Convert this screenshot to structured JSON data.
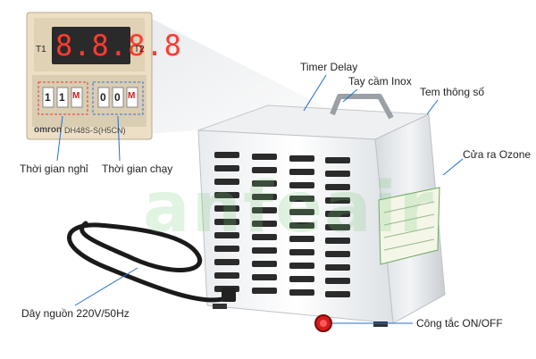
{
  "timer": {
    "brand": "omron",
    "model": "DH48S-S(H5CN)",
    "display": "8.8.8.8",
    "t1": "T1",
    "t2": "T2",
    "digits_left": [
      "1",
      "1",
      "M"
    ],
    "digits_right": [
      "0",
      "0",
      "M"
    ]
  },
  "watermark": "anfeair",
  "labels": {
    "timer_delay": "Timer Delay",
    "handle": "Tay cầm Inox",
    "spec_label": "Tem thông số",
    "ozone_outlet": "Cửa ra Ozone",
    "rest_time": "Thời gian nghỉ",
    "run_time": "Thời gian chạy",
    "power_cord": "Dây nguồn 220V/50Hz",
    "switch": "Công tắc ON/OFF"
  },
  "colors": {
    "accent_line": "#1f6fd1",
    "display_bg": "#2a2a2a",
    "display_digit": "#ff3b2f",
    "switch_red": "#d41a1a"
  }
}
